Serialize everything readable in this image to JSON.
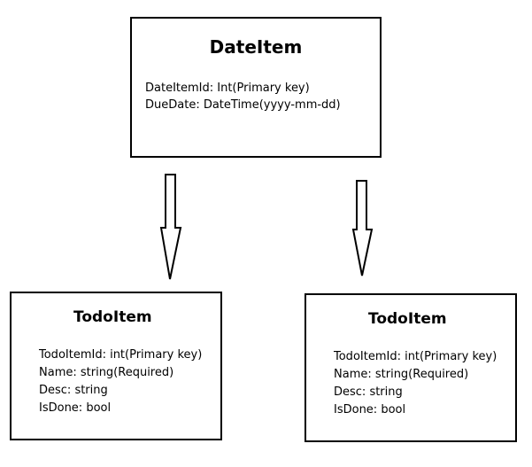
{
  "date_item": {
    "title": "DateItem",
    "fields": [
      "DateItemId: Int(Primary key)",
      "DueDate: DateTime(yyyy-mm-dd)"
    ]
  },
  "todo_items": [
    {
      "title": "TodoItem",
      "fields": [
        "TodoItemId: int(Primary key)",
        "Name: string(Required)",
        "Desc: string",
        "IsDone: bool"
      ]
    },
    {
      "title": "TodoItem",
      "fields": [
        "TodoItemId: int(Primary key)",
        "Name: string(Required)",
        "Desc: string",
        "IsDone: bool"
      ]
    }
  ]
}
